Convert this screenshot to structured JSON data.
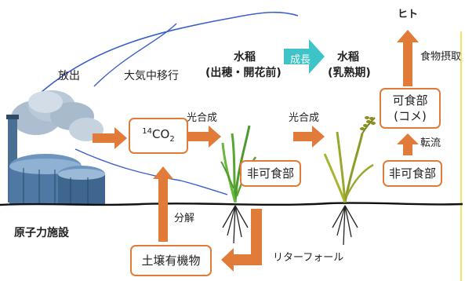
{
  "labels": {
    "release": "放出",
    "atmospheric_transfer": "大気中移行",
    "facility": "原子力施設",
    "photosynthesis_1": "光合成",
    "photosynthesis_2": "光合成",
    "decomposition": "分解",
    "litterfall": "リターフォール",
    "translocation": "転流",
    "food_intake": "食物摂取",
    "human": "ヒト",
    "growth": "成長"
  },
  "rice_early": {
    "title": "水稲",
    "stage": "(出穂・開花前)"
  },
  "rice_late": {
    "title": "水稲",
    "stage": "(乳熟期)"
  },
  "boxes": {
    "co2_mass": "14",
    "co2_formula": "CO",
    "co2_sub": "2",
    "inedible_1": "非可食部",
    "inedible_2": "非可食部",
    "edible_line1": "可食部",
    "edible_line2": "(コメ)",
    "soil": "土壌有機物"
  },
  "colors": {
    "arrow_orange": "#e07b39",
    "growth_teal": "#3ec4c8",
    "sky_blue": "#3a5fcd",
    "plant_green": "#58a632",
    "ripe_green": "#9ca82c",
    "yellow_rule": "#f1e46b"
  }
}
